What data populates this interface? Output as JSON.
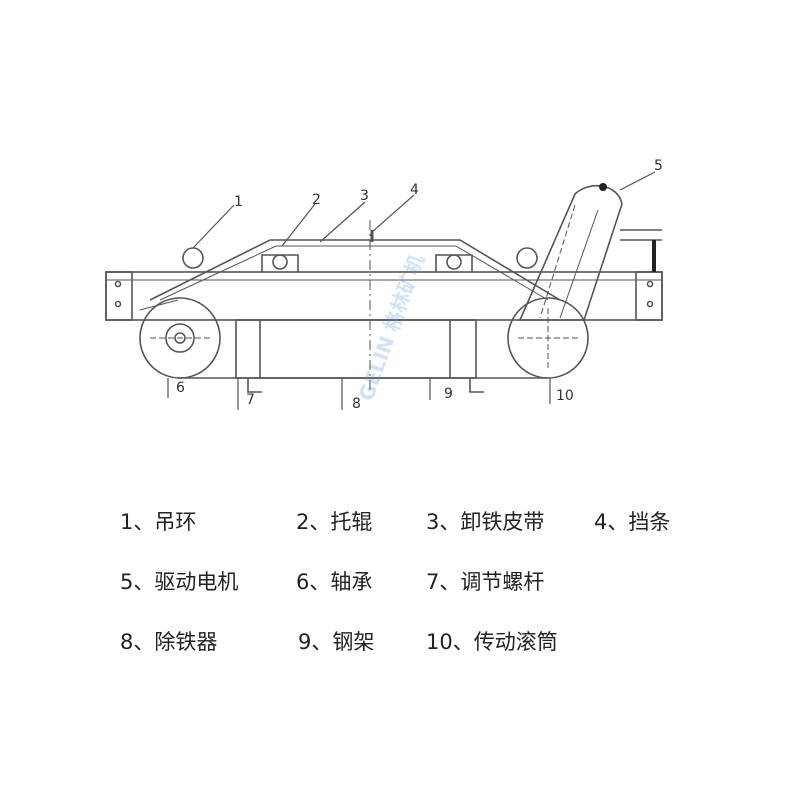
{
  "diagram": {
    "callouts": [
      "1",
      "2",
      "3",
      "4",
      "5",
      "6",
      "7",
      "8",
      "9",
      "10"
    ],
    "watermark_text": "GELIN 格林矿机"
  },
  "legend": {
    "items": [
      {
        "text": "1、吊环"
      },
      {
        "text": "2、托辊"
      },
      {
        "text": "3、卸铁皮带"
      },
      {
        "text": "4、挡条"
      },
      {
        "text": "5、驱动电机"
      },
      {
        "text": "6、轴承"
      },
      {
        "text": "7、调节螺杆"
      },
      {
        "text": "8、除铁器"
      },
      {
        "text": "9、钢架"
      },
      {
        "text": "10、传动滚筒"
      }
    ]
  }
}
